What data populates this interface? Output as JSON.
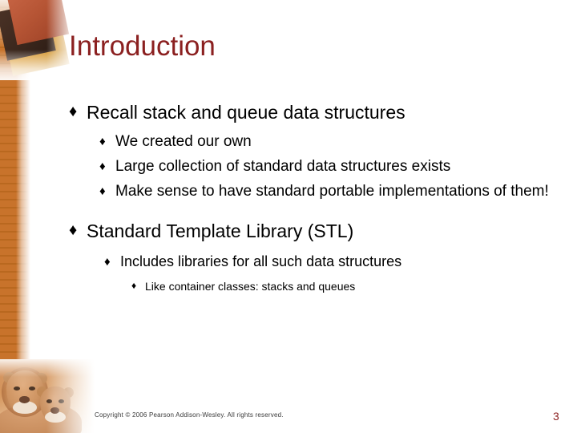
{
  "slide": {
    "title": "Introduction",
    "page_number": "3",
    "footer_copyright": "Copyright © 2006 Pearson Addison-Wesley. All rights reserved.",
    "bullet_glyph": "♦",
    "colors": {
      "title": "#8b2020",
      "body_text": "#000000",
      "accent_orange": "#c8732b",
      "page_number": "#8b2020"
    },
    "content": [
      {
        "level": 1,
        "text": "Recall stack and queue data structures"
      },
      {
        "level": 2,
        "text": "We created our own"
      },
      {
        "level": 2,
        "text": "Large collection of standard data structures exists"
      },
      {
        "level": 2,
        "text": "Make sense to have standard portable implementations of them!"
      },
      {
        "level": 1,
        "text": "Standard Template Library (STL)"
      },
      {
        "level": 3,
        "text": "Includes libraries for all such data structures"
      },
      {
        "level": 4,
        "text": "Like container classes: stacks and queues"
      }
    ]
  }
}
